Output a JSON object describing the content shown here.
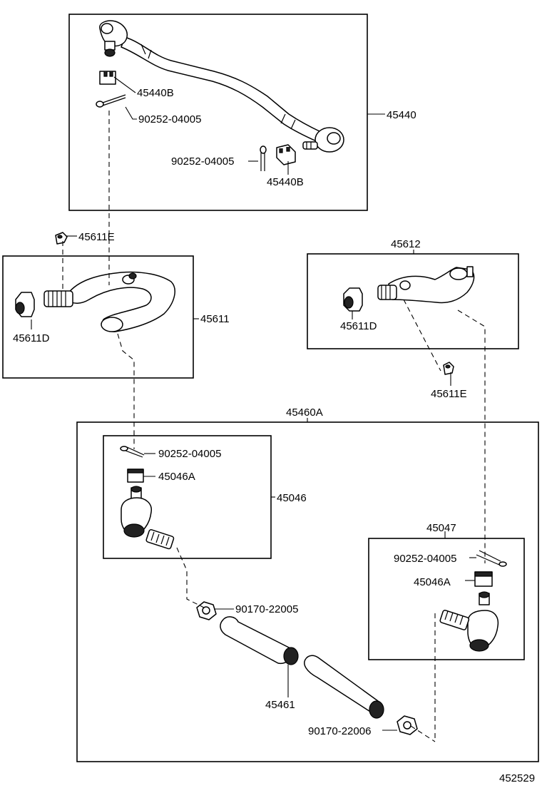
{
  "diagram_id": "452529",
  "callouts": {
    "tie_rod": "45440",
    "nut_upper": "45440B",
    "nut_lower": "45440B",
    "pin_upper": "90252-04005",
    "pin_lower": "90252-04005",
    "arm_left": "45611",
    "arm_left_nut": "45611E",
    "arm_left_bush": "45611D",
    "arm_right": "45612",
    "arm_right_bush": "45611D",
    "arm_right_nut": "45611E",
    "assembly": "45460A",
    "end_left": "45046",
    "end_left_pin": "90252-04005",
    "end_left_nut": "45046A",
    "clamp_nut_left": "90170-22005",
    "tube": "45461",
    "clamp_nut_right": "90170-22006",
    "end_right": "45047",
    "end_right_pin": "90252-04005",
    "end_right_nut": "45046A"
  }
}
